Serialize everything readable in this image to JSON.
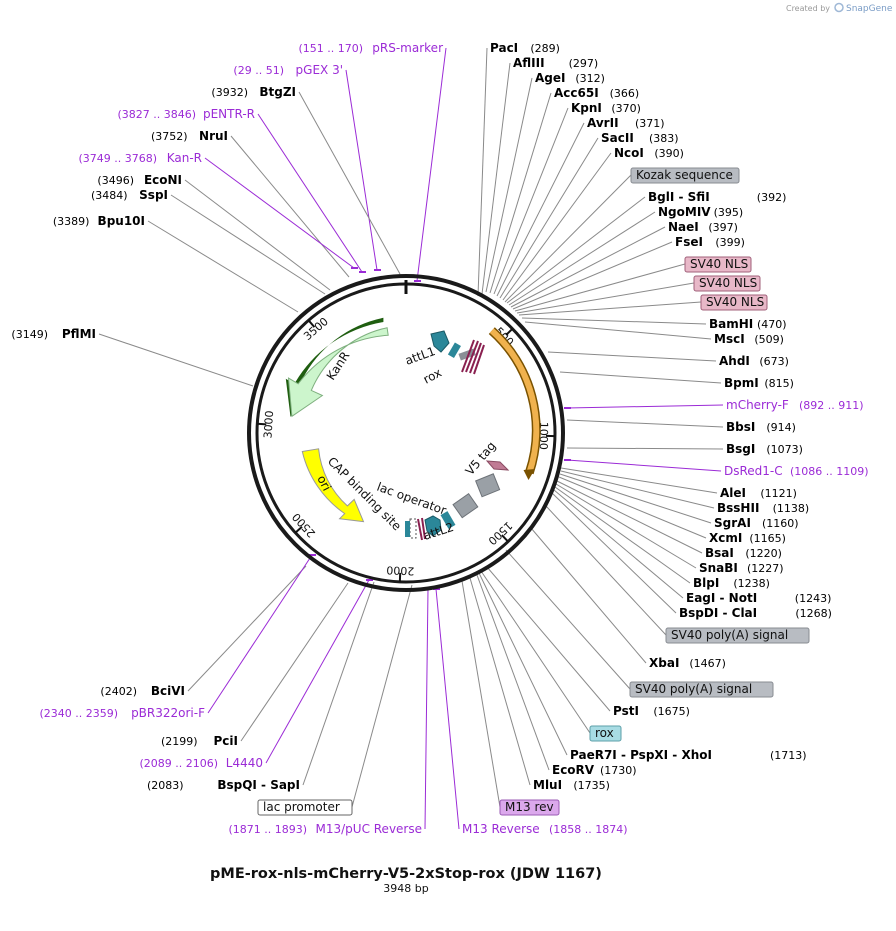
{
  "credit": {
    "prefix": "Created by",
    "brand": "SnapGene"
  },
  "plasmid": {
    "name": "pME-rox-nls-mCherry-V5-2xStop-rox (JDW 1167)",
    "size": "3948 bp"
  },
  "ruler": [
    "500",
    "1000",
    "1500",
    "2000",
    "2500",
    "3000",
    "3500"
  ],
  "colors": {
    "enzyme": "#000000",
    "primer": "#9b2bd6",
    "kanR": "#ccf5cc",
    "ori": "#ffff00",
    "mcherry": "#f0b24e",
    "attL": "#2b8799",
    "rox": "#8a2050",
    "grey_feature": "#9aa0a6",
    "v5": "#c07b94"
  },
  "features": {
    "kanR": "KanR",
    "ori": "ori",
    "cap": "CAP binding site",
    "lac_op": "lac operator",
    "attL1": "attL1",
    "attL2": "attL2",
    "rox": "rox",
    "v5": "V5 tag"
  },
  "right_labels": [
    {
      "kind": "enzyme",
      "name": "PacI",
      "pos": "(289)"
    },
    {
      "kind": "enzyme",
      "name": "AflIII",
      "pos": "(297)"
    },
    {
      "kind": "enzyme",
      "name": "AgeI",
      "pos": "(312)"
    },
    {
      "kind": "enzyme",
      "name": "Acc65I",
      "pos": "(366)"
    },
    {
      "kind": "enzyme",
      "name": "KpnI",
      "pos": "(370)"
    },
    {
      "kind": "enzyme",
      "name": "AvrII",
      "pos": "(371)"
    },
    {
      "kind": "enzyme",
      "name": "SacII",
      "pos": "(383)"
    },
    {
      "kind": "enzyme",
      "name": "NcoI",
      "pos": "(390)"
    },
    {
      "kind": "box",
      "name": "Kozak sequence",
      "style": "grey"
    },
    {
      "kind": "enzyme",
      "name": "BglI  -  SfiI",
      "pos": "(392)"
    },
    {
      "kind": "enzyme",
      "name": "NgoMIV",
      "pos": "(395)"
    },
    {
      "kind": "enzyme",
      "name": "NaeI",
      "pos": "(397)"
    },
    {
      "kind": "enzyme",
      "name": "FseI",
      "pos": "(399)"
    },
    {
      "kind": "box",
      "name": "SV40 NLS",
      "style": "pink"
    },
    {
      "kind": "box",
      "name": "SV40 NLS",
      "style": "pink"
    },
    {
      "kind": "box",
      "name": "SV40 NLS",
      "style": "pink"
    },
    {
      "kind": "enzyme",
      "name": "BamHI",
      "pos": "(470)"
    },
    {
      "kind": "enzyme",
      "name": "MscI",
      "pos": "(509)"
    },
    {
      "kind": "enzyme",
      "name": "AhdI",
      "pos": "(673)"
    },
    {
      "kind": "enzyme",
      "name": "BpmI",
      "pos": "(815)"
    },
    {
      "kind": "primer",
      "name": "mCherry-F",
      "pos": "(892 .. 911)"
    },
    {
      "kind": "enzyme",
      "name": "BbsI",
      "pos": "(914)"
    },
    {
      "kind": "enzyme",
      "name": "BsgI",
      "pos": "(1073)"
    },
    {
      "kind": "primer",
      "name": "DsRed1-C",
      "pos": "(1086 .. 1109)"
    },
    {
      "kind": "enzyme",
      "name": "AleI",
      "pos": "(1121)"
    },
    {
      "kind": "enzyme",
      "name": "BssHII",
      "pos": "(1138)"
    },
    {
      "kind": "enzyme",
      "name": "SgrAI",
      "pos": "(1160)"
    },
    {
      "kind": "enzyme",
      "name": "XcmI",
      "pos": "(1165)"
    },
    {
      "kind": "enzyme",
      "name": "BsaI",
      "pos": "(1220)"
    },
    {
      "kind": "enzyme",
      "name": "SnaBI",
      "pos": "(1227)"
    },
    {
      "kind": "enzyme",
      "name": "BlpI",
      "pos": "(1238)"
    },
    {
      "kind": "enzyme",
      "name": "EagI  -  NotI",
      "pos": "(1243)"
    },
    {
      "kind": "enzyme",
      "name": "BspDI  -  ClaI",
      "pos": "(1268)"
    },
    {
      "kind": "box",
      "name": "SV40 poly(A) signal",
      "style": "grey"
    },
    {
      "kind": "enzyme",
      "name": "XbaI",
      "pos": "(1467)"
    },
    {
      "kind": "box",
      "name": "SV40 poly(A) signal",
      "style": "grey"
    },
    {
      "kind": "enzyme",
      "name": "PstI",
      "pos": "(1675)"
    },
    {
      "kind": "box",
      "name": "rox",
      "style": "cyan"
    },
    {
      "kind": "enzyme",
      "name": "PaeR7I  -  PspXI  -  XhoI",
      "pos": "(1713)"
    },
    {
      "kind": "enzyme",
      "name": "EcoRV",
      "pos": "(1730)"
    },
    {
      "kind": "enzyme",
      "name": "MluI",
      "pos": "(1735)"
    },
    {
      "kind": "box",
      "name": "M13 rev",
      "style": "violet"
    },
    {
      "kind": "primer",
      "name": "M13 Reverse",
      "pos": "(1858 .. 1874)"
    }
  ],
  "left_labels": [
    {
      "kind": "primer",
      "name": "pRS-marker",
      "pos": "(151 .. 170)"
    },
    {
      "kind": "primer",
      "name": "pGEX 3'",
      "pos": "(29 .. 51)"
    },
    {
      "kind": "enzyme",
      "name": "BtgZI",
      "pos": "(3932)"
    },
    {
      "kind": "primer",
      "name": "pENTR-R",
      "pos": "(3827 .. 3846)"
    },
    {
      "kind": "enzyme",
      "name": "NruI",
      "pos": "(3752)"
    },
    {
      "kind": "primer",
      "name": "Kan-R",
      "pos": "(3749 .. 3768)"
    },
    {
      "kind": "enzyme",
      "name": "EcoNI",
      "pos": "(3496)"
    },
    {
      "kind": "enzyme",
      "name": "SspI",
      "pos": "(3484)"
    },
    {
      "kind": "enzyme",
      "name": "Bpu10I",
      "pos": "(3389)"
    },
    {
      "kind": "enzyme",
      "name": "PflMI",
      "pos": "(3149)"
    },
    {
      "kind": "enzyme",
      "name": "BciVI",
      "pos": "(2402)"
    },
    {
      "kind": "primer",
      "name": "pBR322ori-F",
      "pos": "(2340 .. 2359)"
    },
    {
      "kind": "enzyme",
      "name": "PciI",
      "pos": "(2199)"
    },
    {
      "kind": "primer",
      "name": "L4440",
      "pos": "(2089 .. 2106)"
    },
    {
      "kind": "enzyme",
      "name": "BspQI  -  SapI",
      "pos": "(2083)"
    },
    {
      "kind": "box",
      "name": "lac promoter",
      "style": "white"
    },
    {
      "kind": "primer",
      "name": "M13/pUC Reverse",
      "pos": "(1871 .. 1893)"
    }
  ]
}
